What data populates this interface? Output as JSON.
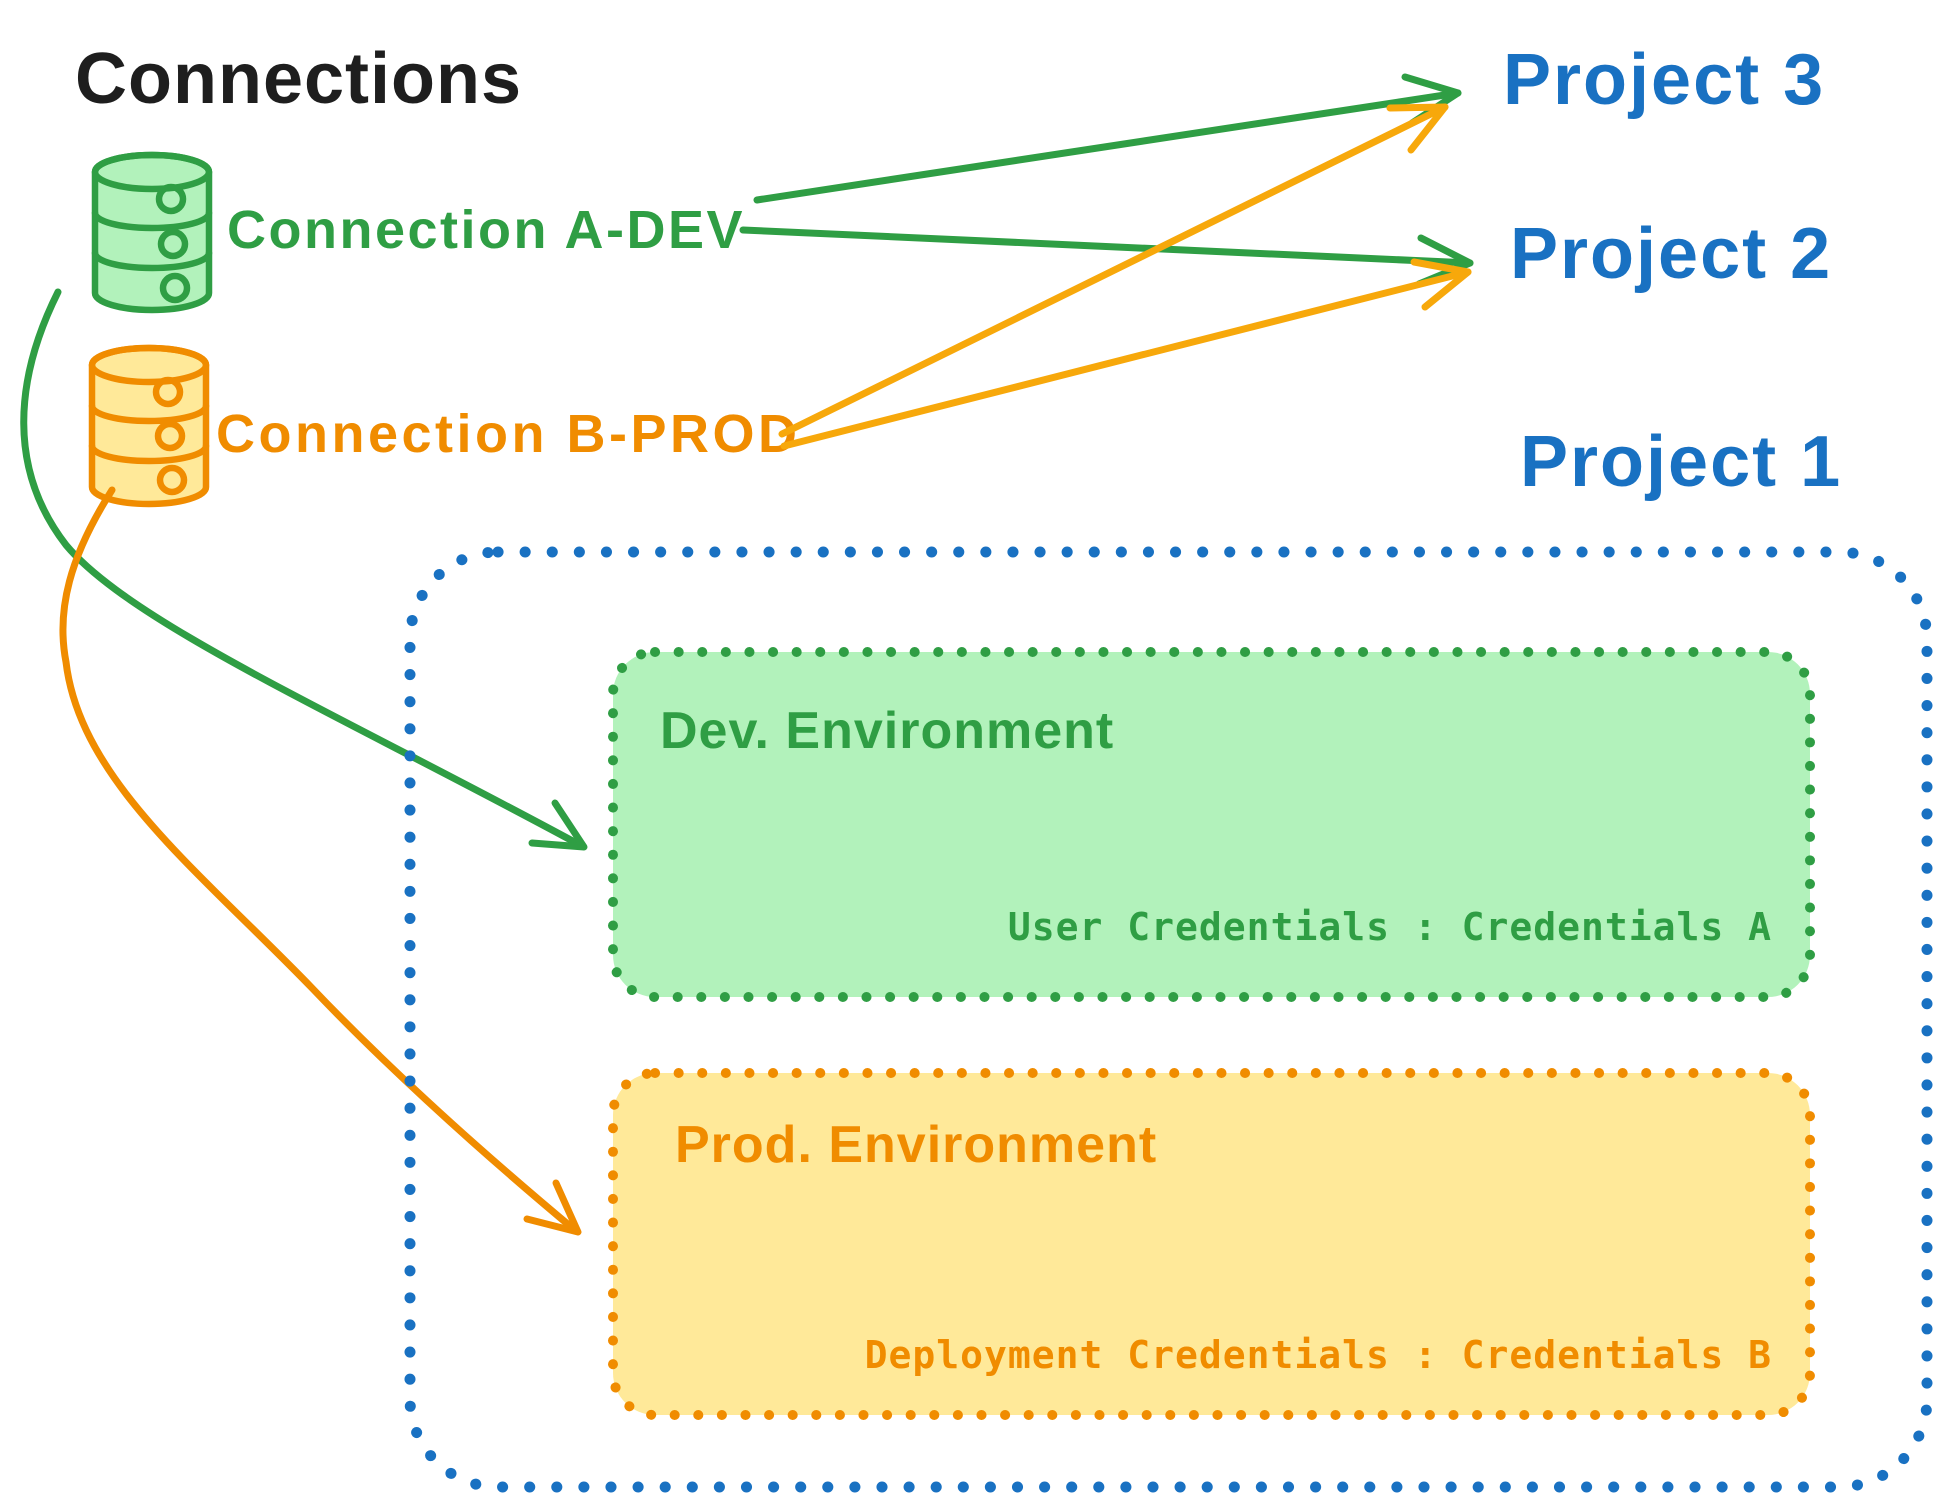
{
  "title": "Connections",
  "colors": {
    "ink": "#1e1e1e",
    "green": "#2f9e44",
    "green_fill": "#b2f2bb",
    "orange": "#f08c00",
    "orange_arrow": "#f7a80b",
    "yellow_fill": "#ffe999",
    "blue": "#1971c2",
    "canvas": "#ffffff"
  },
  "connections": [
    {
      "label": "Connection A-DEV",
      "type": "database"
    },
    {
      "label": "Connection B-PROD",
      "type": "database"
    }
  ],
  "projects": [
    {
      "label": "Project 3"
    },
    {
      "label": "Project 2"
    },
    {
      "label": "Project 1"
    }
  ],
  "project1": {
    "dev_environment": {
      "title": "Dev. Environment",
      "credentials": "User Credentials : Credentials A"
    },
    "prod_environment": {
      "title": "Prod. Environment",
      "credentials": "Deployment Credentials : Credentials B"
    }
  },
  "edges": [
    {
      "from": "Connection A-DEV",
      "to": "Project 3"
    },
    {
      "from": "Connection A-DEV",
      "to": "Project 2"
    },
    {
      "from": "Connection A-DEV",
      "to": "Dev. Environment (Project 1)"
    },
    {
      "from": "Connection B-PROD",
      "to": "Project 3"
    },
    {
      "from": "Connection B-PROD",
      "to": "Project 2"
    },
    {
      "from": "Connection B-PROD",
      "to": "Prod. Environment (Project 1)"
    }
  ]
}
